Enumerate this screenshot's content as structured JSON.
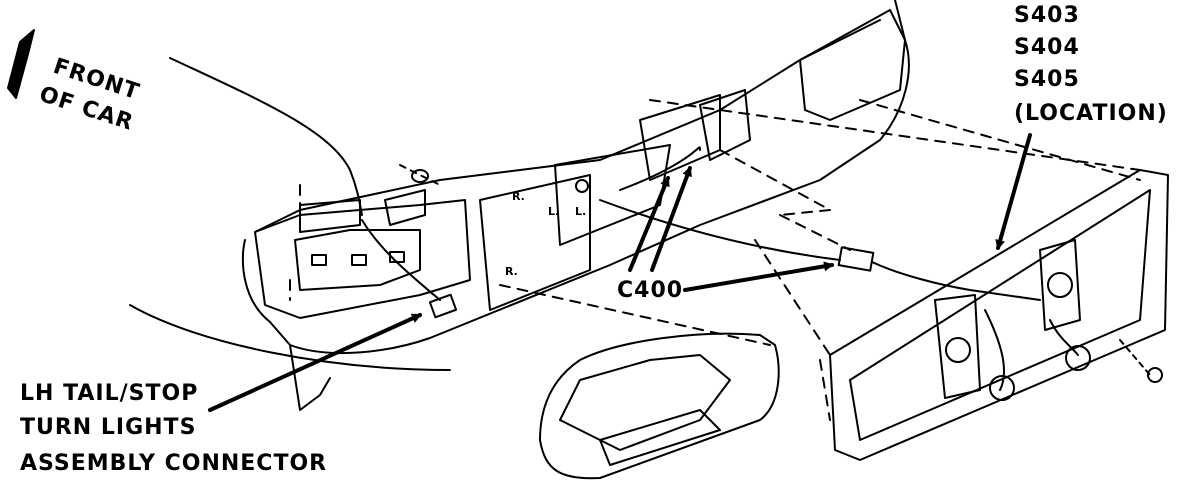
{
  "labels": {
    "front_of_car": [
      "FRONT",
      "OF CAR"
    ],
    "splices": [
      "S403",
      "S404",
      "S405",
      "(LOCATION)"
    ],
    "connector_c400": "C400",
    "lh_tail": [
      "LH TAIL/STOP",
      "TURN LIGHTS",
      "ASSEMBLY CONNECTOR"
    ],
    "part_marks": [
      "R.",
      "L.",
      "R.",
      "L."
    ]
  },
  "colors": {
    "ink": "#000000",
    "paper": "#ffffff"
  }
}
